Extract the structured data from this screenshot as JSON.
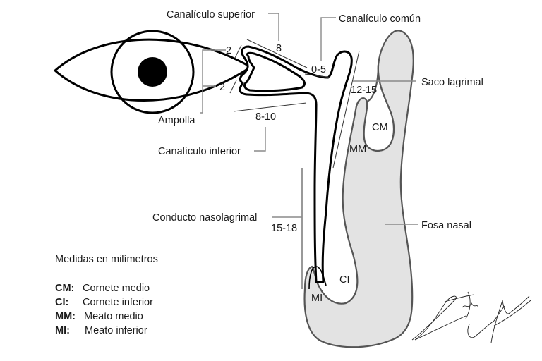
{
  "diagram": {
    "title": "Vía lagrimal",
    "labels": {
      "canaliculo_superior": "Canalículo superior",
      "canaliculo_comun": "Canalículo común",
      "saco_lagrimal": "Saco lagrimal",
      "ampolla": "Ampolla",
      "canaliculo_inferior": "Canalículo inferior",
      "conducto_nasolagrimal": "Conducto nasolagrimal",
      "fosa_nasal": "Fosa nasal",
      "cm": "CM",
      "mm": "MM",
      "ci": "CI",
      "mi": "MI"
    },
    "measurements": {
      "ampolla_superior": "2",
      "ampolla_inferior": "2",
      "canaliculo_superior": "8",
      "canaliculo_comun": "0-5",
      "canaliculo_inferior": "8-10",
      "saco_lagrimal": "12-15",
      "conducto_nasolagrimal": "15-18"
    },
    "legend": {
      "units_note": "Medidas en milímetros",
      "items": [
        {
          "abbr": "CM:",
          "text": "Cornete medio"
        },
        {
          "abbr": "CI:",
          "text": "Cornete inferior"
        },
        {
          "abbr": "MM:",
          "text": "Meato medio"
        },
        {
          "abbr": "MI:",
          "text": "Meato inferior"
        }
      ]
    },
    "colors": {
      "nasal_fill": "#e3e3e3",
      "outline": "#000000",
      "leader": "#8a8a8a"
    }
  }
}
